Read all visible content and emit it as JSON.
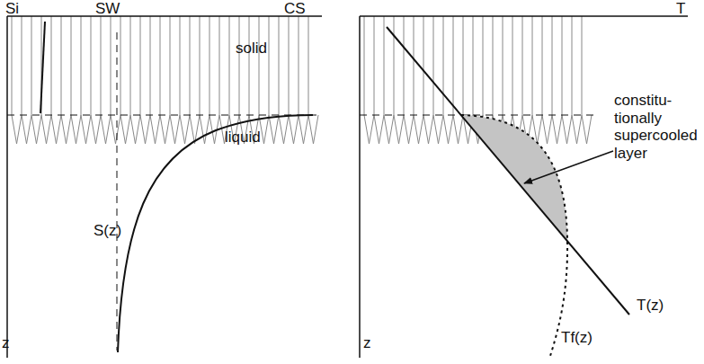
{
  "diagram": {
    "labels": [
      "Si",
      "SW",
      "CS",
      "solid",
      "liquid",
      "S(z)",
      "z",
      "T",
      "constitu- tionally supercooled layer",
      "T(z)",
      "Tf(z)",
      "z"
    ]
  }
}
